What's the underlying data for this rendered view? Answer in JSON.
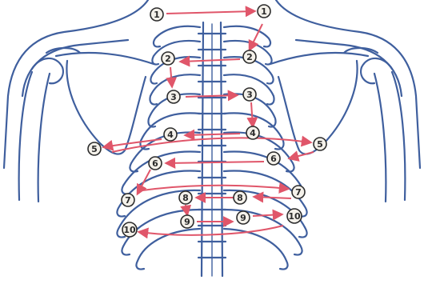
{
  "colors": {
    "bone_outline": "#3f5f9e",
    "arrow": "#e0566a",
    "marker_stroke": "#2b2b2b",
    "marker_fill": "#f4f1ea",
    "background": "#ffffff"
  },
  "markers": [
    {
      "id": "m1-left",
      "label": "1"
    },
    {
      "id": "m1-right",
      "label": "1"
    },
    {
      "id": "m2-left",
      "label": "2"
    },
    {
      "id": "m2-right",
      "label": "2"
    },
    {
      "id": "m3-left",
      "label": "3"
    },
    {
      "id": "m3-right",
      "label": "3"
    },
    {
      "id": "m4-left",
      "label": "4"
    },
    {
      "id": "m4-right",
      "label": "4"
    },
    {
      "id": "m5-left",
      "label": "5"
    },
    {
      "id": "m5-right",
      "label": "5"
    },
    {
      "id": "m6-left",
      "label": "6"
    },
    {
      "id": "m6-right",
      "label": "6"
    },
    {
      "id": "m7-left",
      "label": "7"
    },
    {
      "id": "m7-right",
      "label": "7"
    },
    {
      "id": "m8-left",
      "label": "8"
    },
    {
      "id": "m8-right",
      "label": "8"
    },
    {
      "id": "m9-left",
      "label": "9"
    },
    {
      "id": "m9-right",
      "label": "9"
    },
    {
      "id": "m10-left",
      "label": "10"
    },
    {
      "id": "m10-right",
      "label": "10"
    }
  ]
}
